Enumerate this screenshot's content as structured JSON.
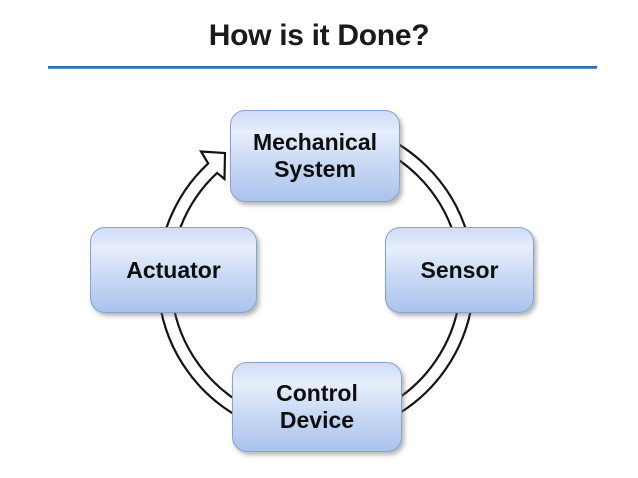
{
  "slide": {
    "title": "How is it Done?"
  },
  "colors": {
    "title_text": "#1a1a1a",
    "rule_top": "#1b5c9e",
    "rule_bottom": "#549bd5",
    "node_border": "#86a2cf",
    "node_grad_top": "#cfdcf6",
    "node_grad_light": "#e7eefc",
    "node_grad_mid": "#c9d9f4",
    "node_grad_bottom": "#aac3ee",
    "node_text": "#0e0e0e",
    "arrow_stroke": "#141414",
    "arrow_fill": "#ffffff"
  },
  "diagram": {
    "type": "cycle",
    "direction": "clockwise",
    "connector": "circular-arrow",
    "nodes": [
      {
        "id": "mechanical-system",
        "position": "top",
        "label": "Mechanical System",
        "lines": [
          "Mechanical",
          "System"
        ]
      },
      {
        "id": "sensor",
        "position": "right",
        "label": "Sensor",
        "lines": [
          "Sensor"
        ]
      },
      {
        "id": "control-device",
        "position": "bottom",
        "label": "Control Device",
        "lines": [
          "Control",
          "Device"
        ]
      },
      {
        "id": "actuator",
        "position": "left",
        "label": "Actuator",
        "lines": [
          "Actuator"
        ]
      }
    ]
  }
}
